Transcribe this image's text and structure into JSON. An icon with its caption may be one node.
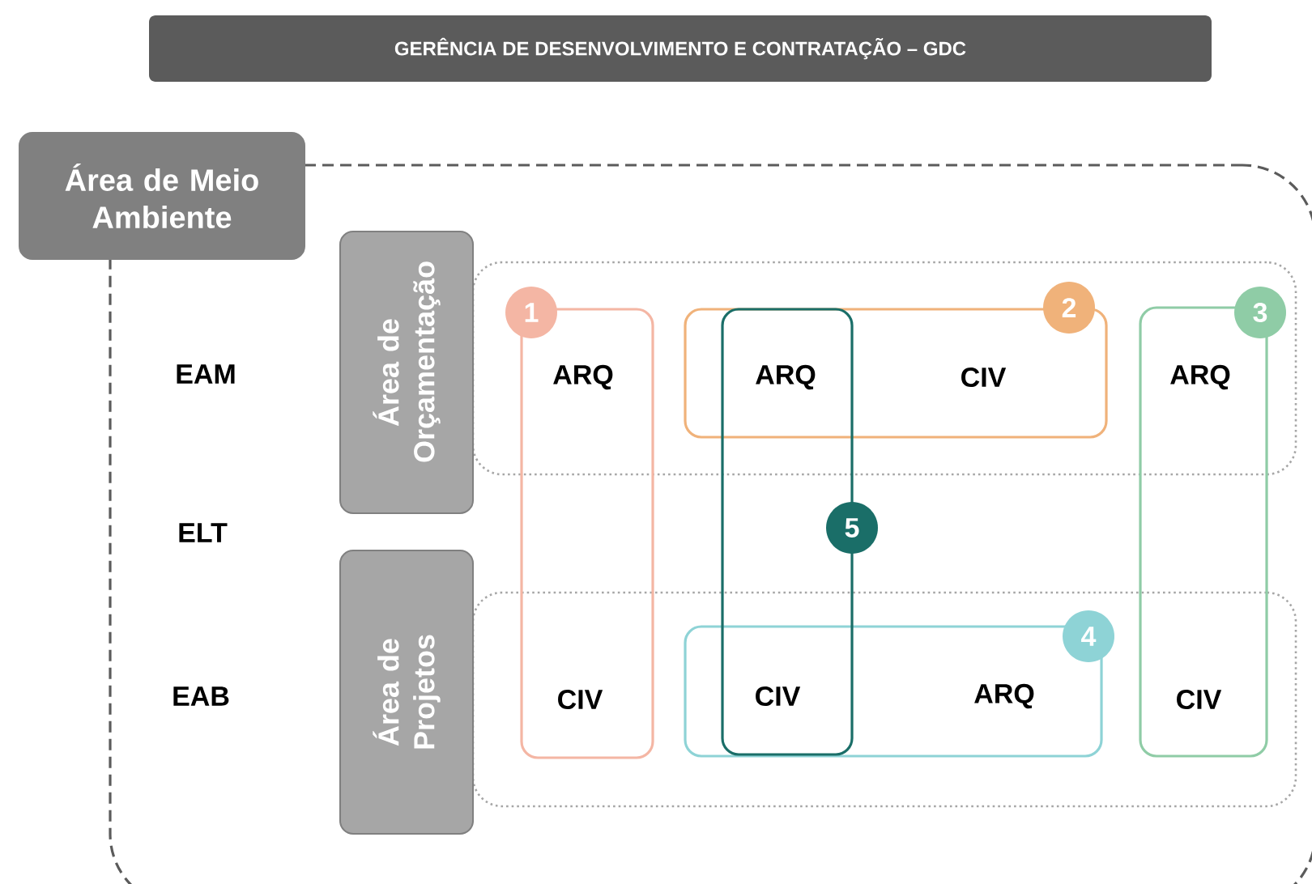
{
  "diagram": {
    "title": "GERÊNCIA DE DESENVOLVIMENTO E CONTRATAÇÃO – GDC",
    "nodes": [
      {
        "text": [
          "Área de Meio Ambiente"
        ]
      },
      {
        "text": [
          "Área de Orçamentação"
        ],
        "in": 0
      },
      {
        "text": [
          "Área de Projetos"
        ],
        "in": 0
      },
      {
        "text": [
          "1",
          "ARQ",
          "CIV"
        ],
        "in": 0
      },
      {
        "text": [
          "2",
          "ARQ",
          "CIV"
        ],
        "in": 1
      },
      {
        "text": [
          "3",
          "ARQ",
          "CIV"
        ],
        "in": 0
      },
      {
        "text": [
          "4",
          "CIV",
          "ARQ"
        ],
        "in": 2
      },
      {
        "text": [
          "5"
        ],
        "in": 0
      }
    ],
    "labels": [
      "EAM",
      "ELT",
      "EAB"
    ]
  }
}
